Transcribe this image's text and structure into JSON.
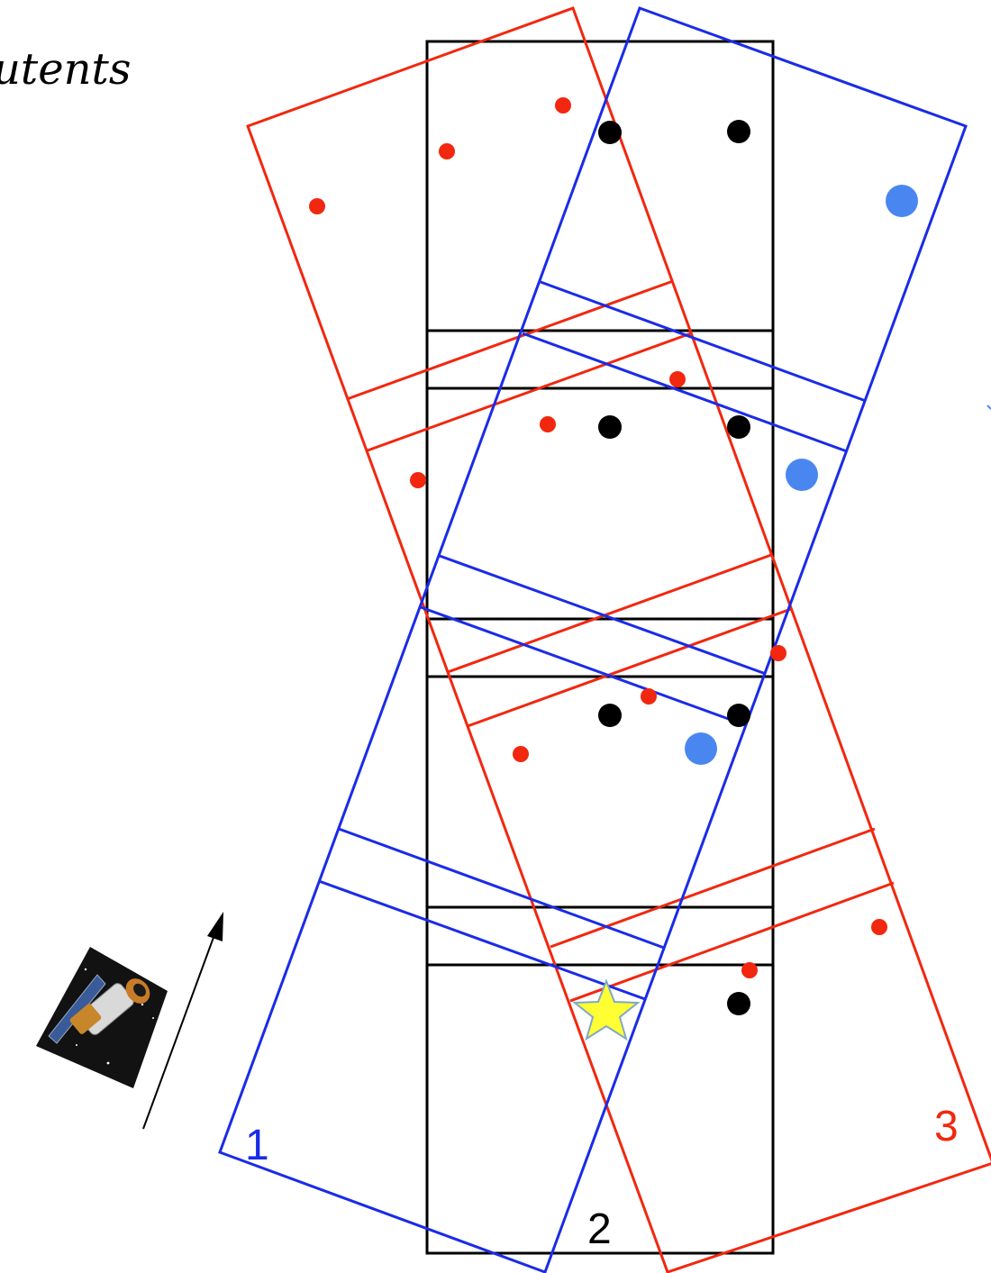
{
  "title_fragment": "utents",
  "field_labels": {
    "position_1": "1",
    "position_2": "2",
    "position_3": "3"
  },
  "colors": {
    "position_1": "#1a2be8",
    "position_2": "#000000",
    "position_3": "#f2270f",
    "target_star": "#ffff33",
    "blue_marker": "#4a86f0"
  },
  "icons": {
    "telescope": "space-telescope-icon",
    "motion_arrow": "arrow-up-icon",
    "target": "star-icon"
  }
}
